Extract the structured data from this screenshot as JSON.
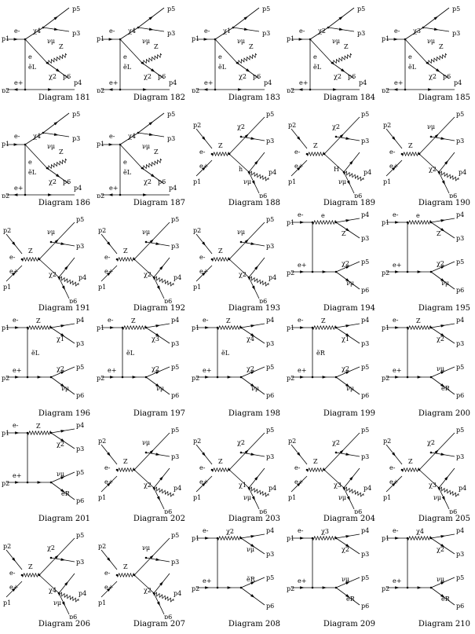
{
  "diagrams": [
    {
      "caption": "Diagram 181",
      "labels": [
        "p1",
        "p2",
        "p3",
        "p4",
        "p5",
        "p6",
        "e-",
        "e+",
        "e",
        "Z",
        "χ4",
        "χ2",
        "νμ",
        "ẽL"
      ]
    },
    {
      "caption": "Diagram 182",
      "labels": [
        "p1",
        "p2",
        "p3",
        "p4",
        "p5",
        "p6",
        "e-",
        "e+",
        "e",
        "Z",
        "χ4",
        "χ2",
        "νμ",
        "ẽL"
      ]
    },
    {
      "caption": "Diagram 183",
      "labels": [
        "p1",
        "p2",
        "p3",
        "p4",
        "p5",
        "p6",
        "e-",
        "e+",
        "e",
        "Z",
        "χ1",
        "χ2",
        "νμ",
        "ẽL"
      ]
    },
    {
      "caption": "Diagram 184",
      "labels": [
        "p1",
        "p2",
        "p3",
        "p4",
        "p5",
        "p6",
        "e-",
        "e+",
        "e",
        "Z",
        "χ2",
        "χ2",
        "νμ",
        "ẽL"
      ]
    },
    {
      "caption": "Diagram 185",
      "labels": [
        "p1",
        "p2",
        "p3",
        "p4",
        "p5",
        "p6",
        "e-",
        "e+",
        "e",
        "Z",
        "χ3",
        "χ2",
        "νμ",
        "ẽL"
      ]
    },
    {
      "caption": "Diagram 186",
      "labels": [
        "p1",
        "p2",
        "p3",
        "p4",
        "p5",
        "p6",
        "e-",
        "e+",
        "e",
        "Z",
        "χ4",
        "χ2",
        "νμ",
        "ẽL"
      ]
    },
    {
      "caption": "Diagram 187",
      "labels": [
        "p1",
        "p2",
        "p3",
        "p4",
        "p5",
        "p6",
        "e-",
        "e+",
        "e",
        "Z",
        "χ4",
        "χ2",
        "νμ",
        "ẽL"
      ]
    },
    {
      "caption": "Diagram 188",
      "labels": [
        "p1",
        "p2",
        "p3",
        "p4",
        "p5",
        "p6",
        "e-",
        "e+",
        "Z",
        "h",
        "χ2",
        "νμ"
      ]
    },
    {
      "caption": "Diagram 189",
      "labels": [
        "p1",
        "p2",
        "p3",
        "p4",
        "p5",
        "p6",
        "e-",
        "e+",
        "Z",
        "H",
        "χ2",
        "νμ"
      ]
    },
    {
      "caption": "Diagram 190",
      "labels": [
        "p1",
        "p2",
        "p3",
        "p4",
        "p5",
        "p6",
        "e-",
        "e+",
        "Z",
        "χ2",
        "νμ"
      ]
    },
    {
      "caption": "Diagram 191",
      "labels": [
        "p1",
        "p2",
        "p3",
        "p4",
        "p5",
        "p6",
        "e-",
        "e+",
        "Z",
        "χ2",
        "νμ"
      ]
    },
    {
      "caption": "Diagram 192",
      "labels": [
        "p1",
        "p2",
        "p3",
        "p4",
        "p5",
        "p6",
        "e-",
        "e+",
        "Z",
        "χ2",
        "νμ"
      ]
    },
    {
      "caption": "Diagram 193",
      "labels": [
        "p1",
        "p2",
        "p3",
        "p4",
        "p5",
        "p6",
        "e-",
        "e+",
        "Z",
        "χ2",
        "νμ"
      ]
    },
    {
      "caption": "Diagram 194",
      "labels": [
        "p1",
        "p2",
        "p3",
        "p4",
        "p5",
        "p6",
        "e-",
        "e+",
        "e",
        "Z",
        "χ2",
        "νμ"
      ]
    },
    {
      "caption": "Diagram 195",
      "labels": [
        "p1",
        "p2",
        "p3",
        "p4",
        "p5",
        "p6",
        "e-",
        "e+",
        "e",
        "Z",
        "χ2",
        "νμ"
      ]
    },
    {
      "caption": "Diagram 196",
      "labels": [
        "p1",
        "p2",
        "p3",
        "p4",
        "p5",
        "p6",
        "e-",
        "e+",
        "Z",
        "χ1",
        "χ2",
        "νμ",
        "ẽL"
      ]
    },
    {
      "caption": "Diagram 197",
      "labels": [
        "p1",
        "p2",
        "p3",
        "p4",
        "p5",
        "p6",
        "e-",
        "e+",
        "Z",
        "χ3",
        "χ2",
        "νμ",
        "ẽL"
      ]
    },
    {
      "caption": "Diagram 198",
      "labels": [
        "p1",
        "p2",
        "p3",
        "p4",
        "p5",
        "p6",
        "e-",
        "e+",
        "Z",
        "χ4",
        "χ2",
        "νμ",
        "ẽL"
      ]
    },
    {
      "caption": "Diagram 199",
      "labels": [
        "p1",
        "p2",
        "p3",
        "p4",
        "p5",
        "p6",
        "e-",
        "e+",
        "Z",
        "χ1",
        "χ2",
        "νμ",
        "ẽR"
      ]
    },
    {
      "caption": "Diagram 200",
      "labels": [
        "p1",
        "p2",
        "p3",
        "p4",
        "p5",
        "p6",
        "e-",
        "e+",
        "Z",
        "χ2",
        "νμ",
        "ẽR"
      ]
    },
    {
      "caption": "Diagram 201",
      "labels": [
        "p1",
        "p2",
        "p3",
        "p4",
        "p5",
        "p6",
        "e-",
        "e+",
        "Z",
        "χ2",
        "νμ",
        "ẽR"
      ]
    },
    {
      "caption": "Diagram 202",
      "labels": [
        "p1",
        "p2",
        "p3",
        "p4",
        "p5",
        "p6",
        "e-",
        "e+",
        "Z",
        "χ2",
        "νμ"
      ]
    },
    {
      "caption": "Diagram 203",
      "labels": [
        "p1",
        "p2",
        "p3",
        "p4",
        "p5",
        "p6",
        "e-",
        "e+",
        "Z",
        "χ1",
        "χ2",
        "νμ"
      ]
    },
    {
      "caption": "Diagram 204",
      "labels": [
        "p1",
        "p2",
        "p3",
        "p4",
        "p5",
        "p6",
        "e-",
        "e+",
        "Z",
        "χ3",
        "χ2",
        "νμ"
      ]
    },
    {
      "caption": "Diagram 205",
      "labels": [
        "p1",
        "p2",
        "p3",
        "p4",
        "p5",
        "p6",
        "e-",
        "e+",
        "Z",
        "χ3",
        "χ2",
        "νμ"
      ]
    },
    {
      "caption": "Diagram 206",
      "labels": [
        "p1",
        "p2",
        "p3",
        "p4",
        "p5",
        "p6",
        "e-",
        "e+",
        "Z",
        "χ4",
        "χ2",
        "νμ"
      ]
    },
    {
      "caption": "Diagram 207",
      "labels": [
        "p1",
        "p2",
        "p3",
        "p4",
        "p5",
        "p6",
        "e-",
        "e+",
        "Z",
        "χ2",
        "νμ"
      ]
    },
    {
      "caption": "Diagram 208",
      "labels": [
        "p1",
        "p2",
        "p3",
        "p4",
        "p5",
        "p6",
        "e-",
        "e+",
        "χ2",
        "νμ",
        "ẽR"
      ]
    },
    {
      "caption": "Diagram 209",
      "labels": [
        "p1",
        "p2",
        "p3",
        "p4",
        "p5",
        "p6",
        "e-",
        "e+",
        "χ3",
        "χ2",
        "νμ",
        "ẽR"
      ]
    },
    {
      "caption": "Diagram 210",
      "labels": [
        "p1",
        "p2",
        "p3",
        "p4",
        "p5",
        "p6",
        "e-",
        "e+",
        "χ4",
        "χ2",
        "νμ",
        "ẽR"
      ]
    }
  ]
}
